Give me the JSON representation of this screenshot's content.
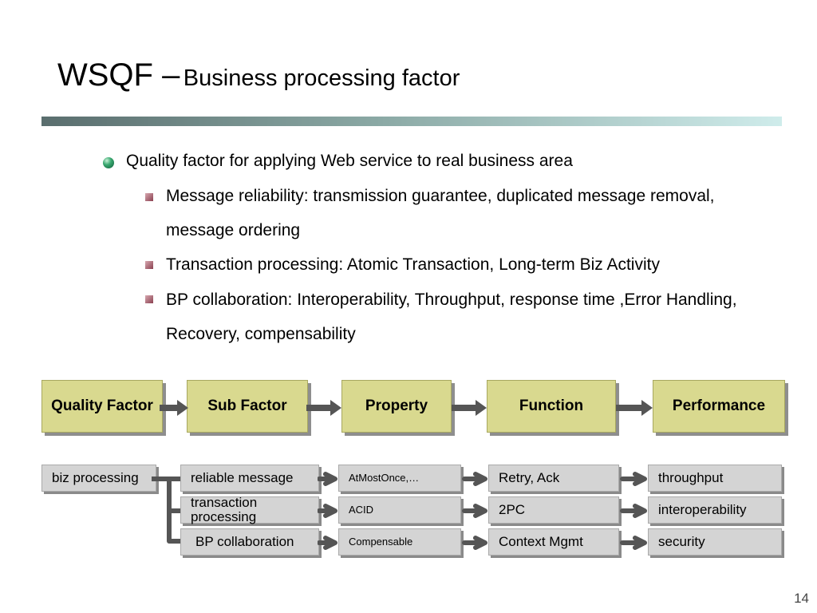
{
  "title": {
    "main": "WSQF –",
    "sub": "Business processing factor"
  },
  "bullets": {
    "level1": "Quality factor for applying Web service to real business area",
    "level2": [
      "Message reliability: transmission guarantee, duplicated message removal, message ordering",
      "Transaction processing: Atomic Transaction, Long-term Biz Activity",
      "BP collaboration: Interoperability, Throughput, response time ,Error Handling, Recovery, compensability"
    ]
  },
  "diagram": {
    "headers": [
      "Quality Factor",
      "Sub Factor",
      "Property",
      "Function",
      "Performance"
    ],
    "quality_factor": "biz processing",
    "sub_factors": [
      "reliable message",
      "transaction processing",
      "BP collaboration"
    ],
    "properties": [
      "AtMostOnce,…",
      "ACID",
      "Compensable"
    ],
    "functions": [
      "Retry, Ack",
      "2PC",
      "Context Mgmt"
    ],
    "performance": [
      "throughput",
      "interoperability",
      "security"
    ]
  },
  "page_number": "14",
  "colors": {
    "header_fill": "#d9d98f",
    "item_fill": "#d4d4d4",
    "arrow": "#555555"
  }
}
